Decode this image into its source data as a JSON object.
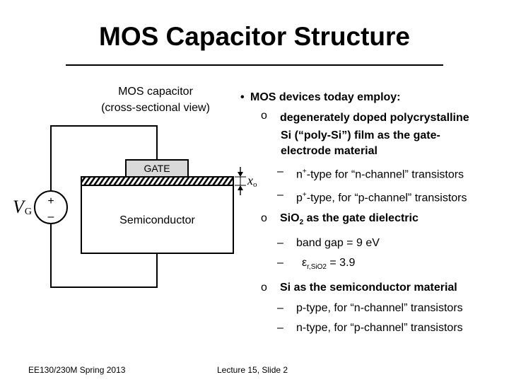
{
  "title": "MOS Capacitor Structure",
  "diagram": {
    "caption_line1": "MOS capacitor",
    "caption_line2": "(cross-sectional view)",
    "gate_label": "GATE",
    "semiconductor_label": "Semiconductor",
    "voltage_label": "V",
    "voltage_subscript": "G",
    "source_plus": "+",
    "source_minus": "–",
    "thickness_label": "x",
    "thickness_subscript": "o"
  },
  "bullets": {
    "main_marker": "•",
    "main": "MOS devices today employ:",
    "sub_marker": "o",
    "dash": "–",
    "poly_line1": "degenerately doped polycrystalline",
    "poly_line2": "Si (“poly-Si”) film as the gate-",
    "poly_line3": "electrode material",
    "poly_n_sup": "+",
    "poly_n_text": "-type for “n-channel” transistors",
    "poly_n_prefix": "n",
    "poly_p_prefix": "p",
    "poly_p_sup": "+",
    "poly_p_text": "-type, for “p-channel” transistors",
    "oxide_prefix": "SiO",
    "oxide_sub": "2",
    "oxide_text": " as the gate dielectric",
    "bandgap": "band gap = 9 eV",
    "eps_symbol": "ε",
    "eps_sub": "r,SiO2",
    "eps_value": " = 3.9",
    "semi": "Si as the semiconductor material",
    "semi_p": "p-type, for “n-channel” transistors",
    "semi_n": "n-type, for “p-channel” transistors"
  },
  "footer": {
    "course": "EE130/230M Spring 2013",
    "slide": "Lecture 15, Slide 2"
  }
}
